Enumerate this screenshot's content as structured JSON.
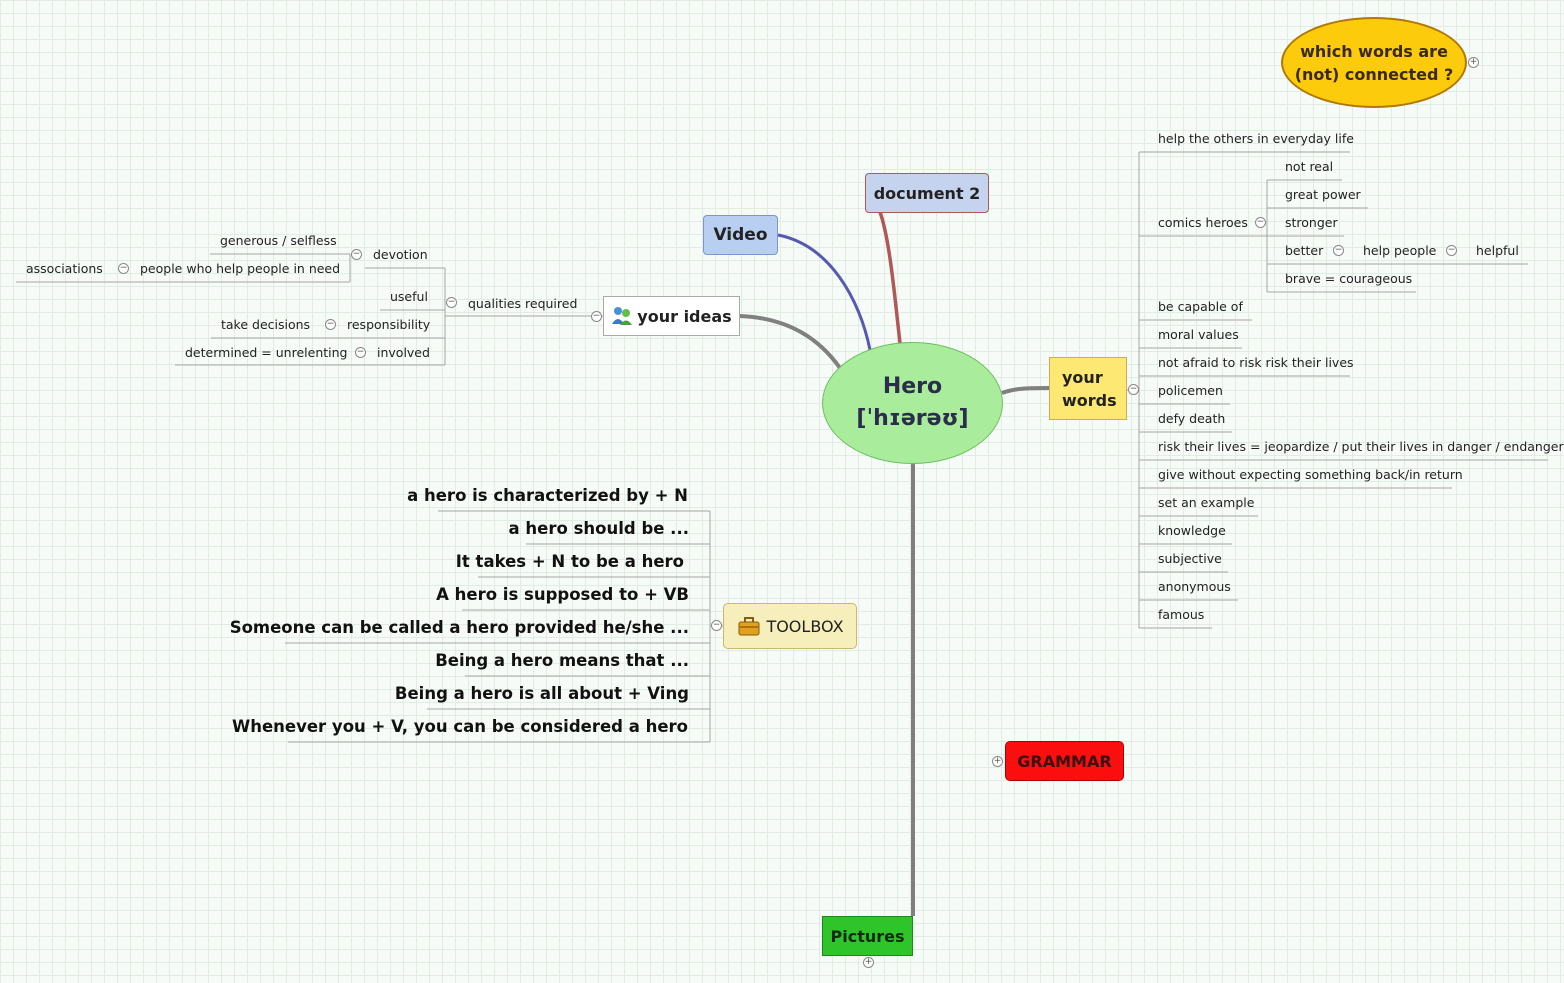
{
  "central": {
    "line1": "Hero",
    "line2": "[ˈhɪərəʊ]"
  },
  "callout": {
    "line1": "which words are",
    "line2": "(not) connected ?"
  },
  "topics": {
    "video": "Video",
    "document2": "document 2",
    "your_ideas": "your ideas",
    "your_words_1": "your",
    "your_words_2": "words",
    "toolbox": "TOOLBOX",
    "grammar": "GRAMMAR",
    "pictures": "Pictures"
  },
  "ideas": {
    "qualities": "qualities required",
    "devotion": "devotion",
    "generous": "generous / selfless",
    "people_help": "people who help people in need",
    "associations": "associations",
    "useful": "useful",
    "responsibility": "responsibility",
    "take_decisions": "take decisions",
    "involved": "involved",
    "determined": "determined = unrelenting"
  },
  "words": {
    "help_others": "help the others in everyday life",
    "comics": "comics heroes",
    "not_real": "not real",
    "great_power": "great power",
    "stronger": "stronger",
    "better": "better",
    "help_people": "help people",
    "helpful": "helpful",
    "brave": "brave = courageous",
    "capable": "be capable of",
    "moral": "moral values",
    "not_afraid": "not afraid to risk risk their lives",
    "policemen": "policemen",
    "defy": "defy death",
    "risk": "risk their lives = jeopardize / put their lives in danger / endanger",
    "give": "give without expecting something back/in return",
    "example": "set an example",
    "knowledge": "knowledge",
    "subjective": "subjective",
    "anonymous": "anonymous",
    "famous": "famous"
  },
  "toolbox_items": [
    "a hero is characterized by + N",
    "a hero should be ...",
    "It takes + N to be a hero",
    "A hero is supposed to + VB",
    "Someone can be called a hero provided he/she ...",
    "Being a hero means that ...",
    "Being a hero is all about + Ving",
    "Whenever you + V, you can be considered a hero"
  ],
  "colors": {
    "central_fill": "#a8ec9c",
    "callout_fill": "#fccb0c",
    "your_words_fill": "#fde874",
    "video_fill": "#b9cff2",
    "document_fill": "#c6d3ee",
    "grammar_fill": "#fb0e0e",
    "pictures_fill": "#2fc42a",
    "toolbox_fill": "#f6efbb",
    "video_line": "#5858b0",
    "document_line": "#b05858",
    "main_line": "#808080"
  },
  "icons": {
    "your_ideas": "people-icon",
    "toolbox": "toolbox-icon",
    "collapse": "minus-circle-icon",
    "expand": "plus-circle-icon"
  }
}
